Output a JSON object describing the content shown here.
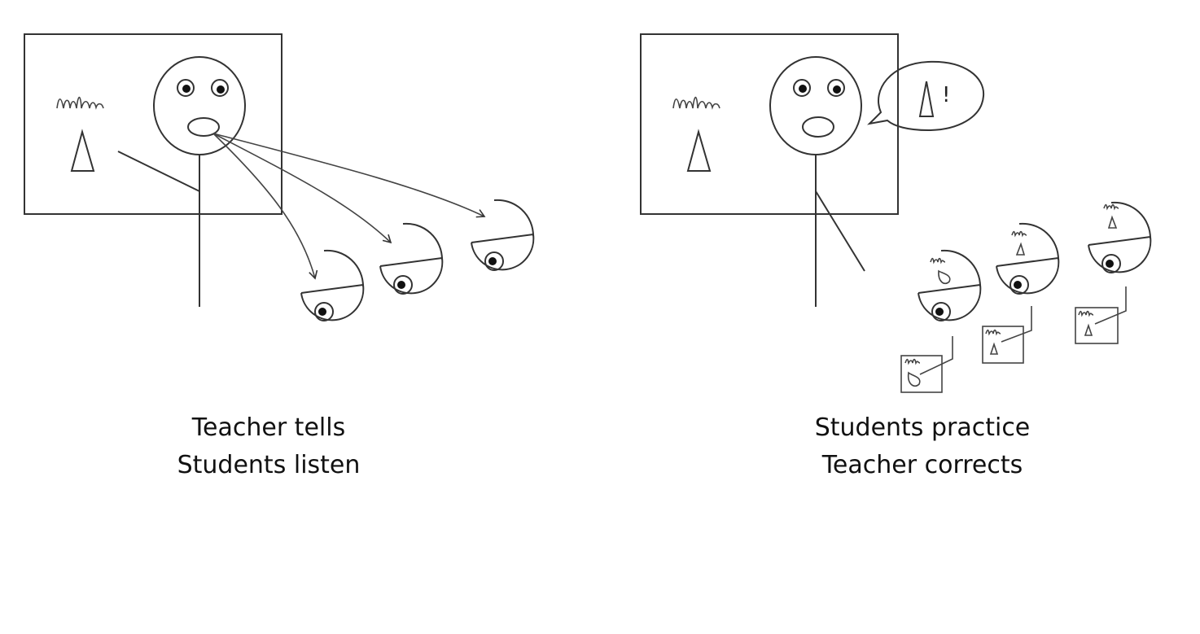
{
  "left_panel": {
    "caption_line1": "Teacher tells",
    "caption_line2": "Students listen"
  },
  "right_panel": {
    "caption_line1": "Students practice",
    "caption_line2": "Teacher corrects",
    "speech_bubble_text": "!"
  }
}
